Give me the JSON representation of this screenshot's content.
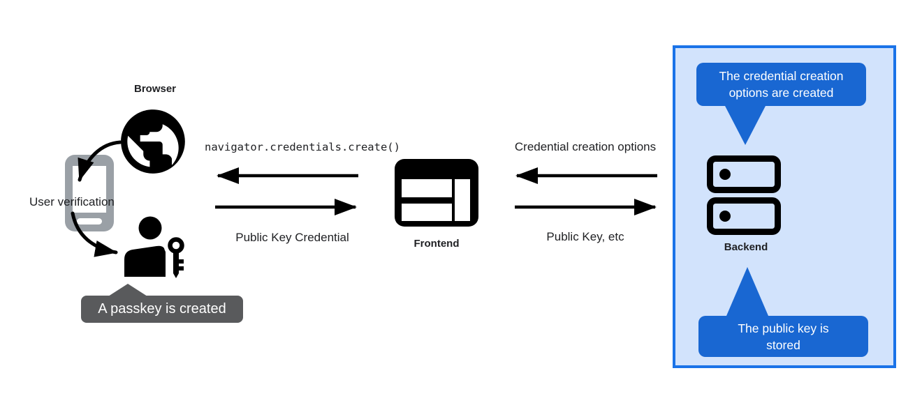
{
  "left_group": {
    "browser_label": "Browser",
    "user_verification_label": "User verification",
    "passkey_tooltip_text": "A passkey is created"
  },
  "frontend_group": {
    "api_call_label": "navigator.credentials.create()",
    "return_label": "Public Key Credential",
    "frontend_label": "Frontend"
  },
  "backend_group": {
    "request_label": "Credential creation options",
    "return_label": "Public Key, etc",
    "backend_label": "Backend",
    "top_tooltip": {
      "line1": "The credential creation",
      "line2": "options are created"
    },
    "bottom_tooltip": {
      "line1": "The public key is",
      "line2": "stored"
    }
  },
  "icons": {
    "globe": "globe-icon",
    "smartphone": "smartphone-icon",
    "person_with_key": "person-with-key-icon",
    "frontend_window": "browser-window-icon",
    "backend_server": "server-stack-icon"
  },
  "colors": {
    "accent_blue": "#1a73e8",
    "tooltip_blue": "#1967d2",
    "light_blue_bg": "#d2e3fc",
    "dark_tooltip_bg": "#595a5c",
    "phone_gray": "#9aa0a6",
    "text_color": "#202124"
  }
}
